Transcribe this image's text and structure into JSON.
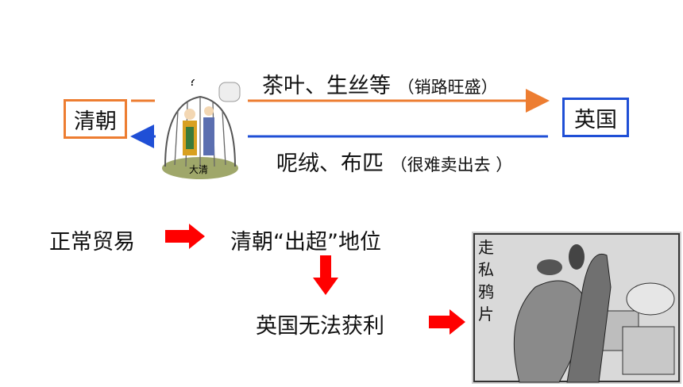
{
  "left_box": {
    "label": "清朝"
  },
  "right_box": {
    "label": "英国"
  },
  "export_flow": {
    "goods": "茶叶、生丝等",
    "note": "（销路旺盛）"
  },
  "import_flow": {
    "goods": "呢绒、布匹",
    "note": "（很难卖出去 ）"
  },
  "chain": {
    "step1": "正常贸易",
    "step2": "清朝“出超”地位",
    "step3": "英国无法获利"
  },
  "cage_image": {
    "plate": "大清"
  },
  "cartoon": {
    "title": "走私鸦片"
  },
  "colors": {
    "orange": "#ed7d31",
    "blue": "#1f4fd6",
    "red": "#ff0000"
  }
}
